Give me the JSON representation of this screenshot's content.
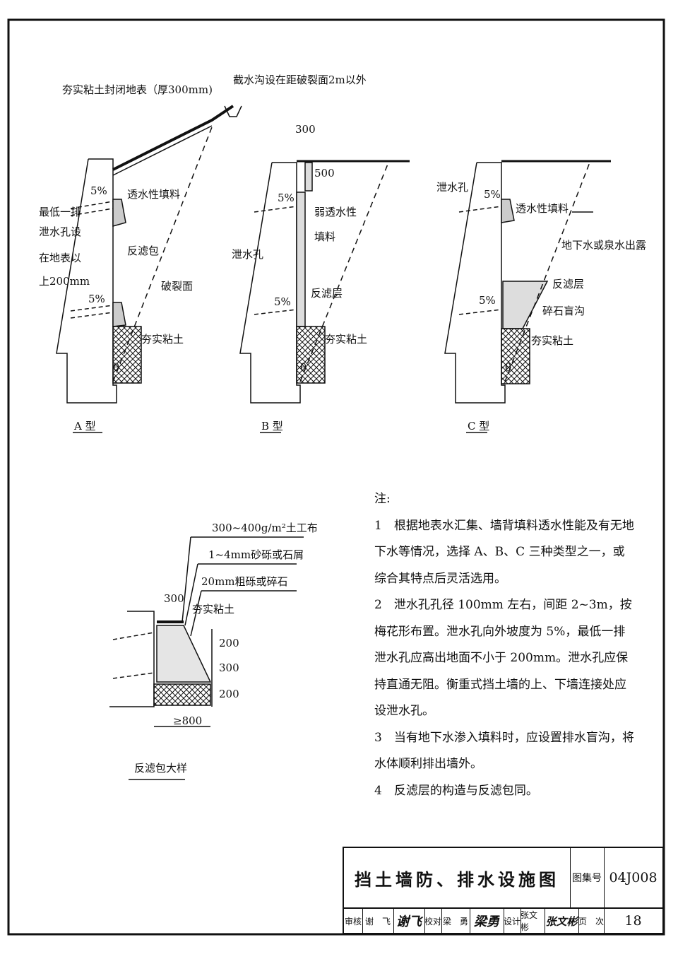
{
  "diagram_a": {
    "label": "A 型",
    "cover": "夯实粘土封闭地表（厚300mm)",
    "ditch": "截水沟设在距破裂面2m以外",
    "fill": "透水性填料",
    "slope1": "5%",
    "slope2": "5%",
    "lowest": [
      "最低一排",
      "泄水孔设",
      "在地表以",
      "上200mm"
    ],
    "filter_bag": "反滤包",
    "failure_plane": "破裂面",
    "clay": "夯实粘土",
    "theta": "θ"
  },
  "diagram_b": {
    "label": "B 型",
    "dim_300": "300",
    "dim_500": "500",
    "slope1": "5%",
    "slope2": "5%",
    "fill": [
      "弱透水性",
      "填料"
    ],
    "weep": "泄水孔",
    "filter_layer": "反滤层",
    "clay": "夯实粘土",
    "theta": "θ"
  },
  "diagram_c": {
    "label": "C 型",
    "weep": "泄水孔",
    "slope1": "5%",
    "slope2": "5%",
    "fill": "透水性填料",
    "groundwater": "地下水或泉水出露",
    "filter_layer": "反滤层",
    "drain": "碎石盲沟",
    "clay": "夯实粘土",
    "theta": "θ"
  },
  "detail": {
    "label": "反滤包大样",
    "geotextile": "300~400g/m²土工布",
    "sand": "1~4mm砂砾或石屑",
    "gravel": "20mm粗砾或碎石",
    "dim_300_top": "300",
    "clay": "夯实粘土",
    "dim_200a": "200",
    "dim_300": "300",
    "dim_200b": "200",
    "dim_800": "≥800"
  },
  "notes": {
    "heading": "注:",
    "items": [
      "1　根据地表水汇集、墙背填料透水性能及有无地下水等情况，选择 A、B、C 三种类型之一，或综合其特点后灵活选用。",
      "2　泄水孔孔径 100mm 左右，间距 2~3m，按梅花形布置。泄水孔向外坡度为 5%，最低一排泄水孔应高出地面不小于 200mm。泄水孔应保持直通无阻。衡重式挡土墙的上、下墙连接处应设泄水孔。",
      "3　当有地下水渗入填料时，应设置排水盲沟，将水体顺利排出墙外。",
      "4　反滤层的构造与反滤包同。"
    ]
  },
  "title_block": {
    "title": "挡土墙防、排水设施图",
    "atlas_label": "图集号",
    "atlas_no": "04J008",
    "review_label": "审核",
    "reviewer": "谢　飞",
    "reviewer_sig": "谢飞",
    "check_label": "校对",
    "checker": "梁　勇",
    "checker_sig": "梁勇",
    "design_label": "设计",
    "designer": "张文彬",
    "designer_sig": "张文彬",
    "page_label": "页　次",
    "page_no": "18"
  }
}
